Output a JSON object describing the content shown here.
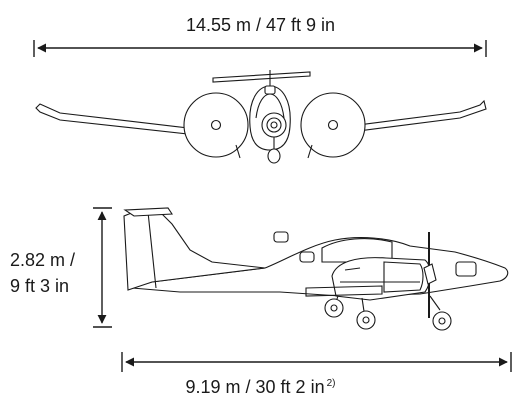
{
  "dimensions": {
    "wingspan": "14.55 m / 47 ft 9 in",
    "height_line1": "2.82 m /",
    "height_line2": "9 ft 3 in",
    "length": "9.19 m / 30 ft 2 in",
    "length_footnote": "2)"
  },
  "colors": {
    "line": "#1a1a1a",
    "fill": "#ffffff"
  }
}
